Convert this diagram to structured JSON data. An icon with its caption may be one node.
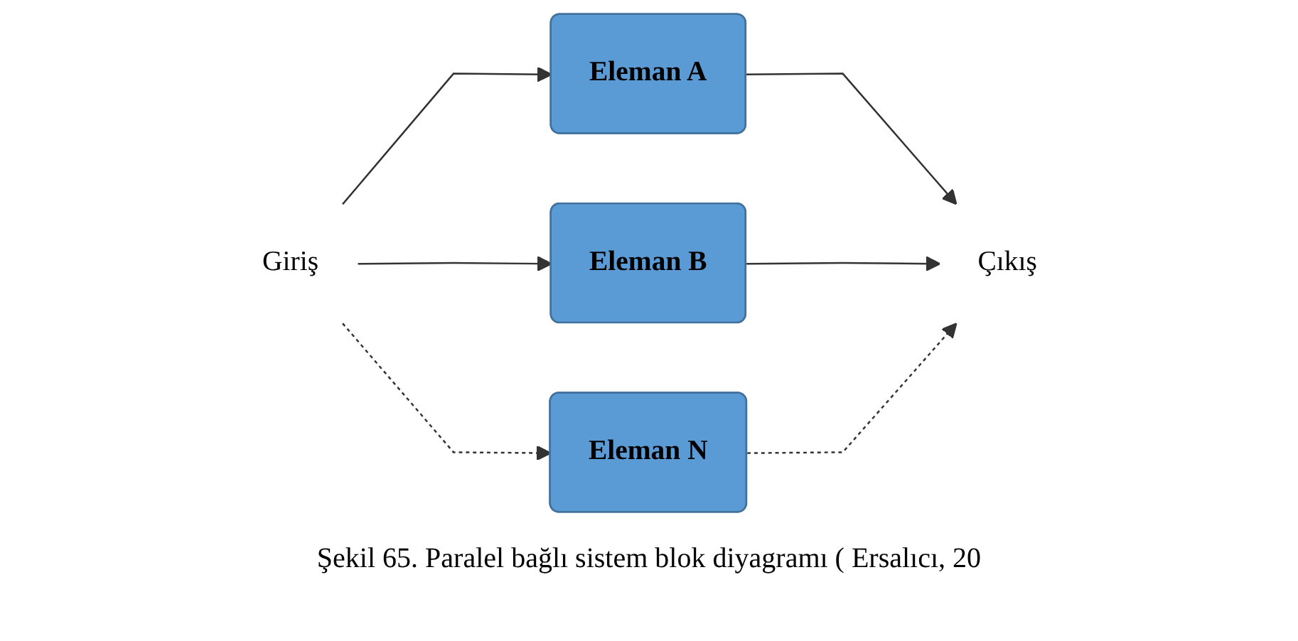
{
  "diagram": {
    "caption": "Şekil 65. Paralel bağlı sistem blok diyagramı ( Ersalıcı, 20",
    "nodes": [
      {
        "text": [
          "Giriş"
        ]
      },
      {
        "text": [
          "Eleman A"
        ]
      },
      {
        "text": [
          "Eleman B"
        ]
      },
      {
        "text": [
          "Eleman N"
        ]
      },
      {
        "text": [
          "Çıkış"
        ]
      }
    ],
    "edges": [
      {
        "from": 0,
        "to": 1,
        "arrow": "to"
      },
      {
        "from": 0,
        "to": 2,
        "arrow": "to"
      },
      {
        "from": 0,
        "to": 3,
        "arrow": "to",
        "style": "dashed"
      },
      {
        "from": 1,
        "to": 4,
        "arrow": "to"
      },
      {
        "from": 2,
        "to": 4,
        "arrow": "to"
      },
      {
        "from": 3,
        "to": 4,
        "arrow": "to",
        "style": "dashed"
      }
    ]
  }
}
